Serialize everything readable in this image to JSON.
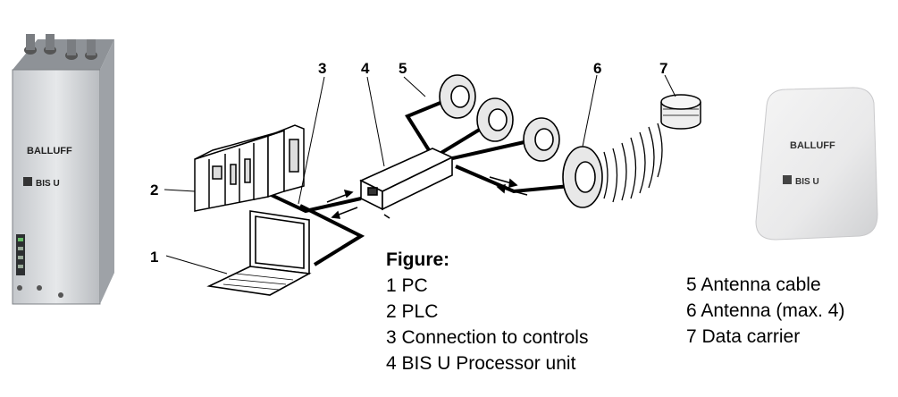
{
  "figure": {
    "title": "Figure:",
    "legend_left": [
      "1 PC",
      "2 PLC",
      "3 Connection to controls",
      "4 BIS U Processor unit"
    ],
    "legend_right": [
      "5 Antenna cable",
      "6 Antenna (max. 4)",
      "7 Data carrier"
    ]
  },
  "callouts": [
    "1",
    "2",
    "3",
    "4",
    "5",
    "6",
    "7"
  ],
  "device_labels": {
    "processor_brand": "BALLUFF",
    "processor_product": "BIS U",
    "antenna_brand": "BALLUFF",
    "antenna_product": "BIS U"
  },
  "colors": {
    "line": "#000000",
    "device_body": "#d7d9dc",
    "device_shadow": "#a9adb2",
    "antenna_body": "#eeeeee"
  }
}
